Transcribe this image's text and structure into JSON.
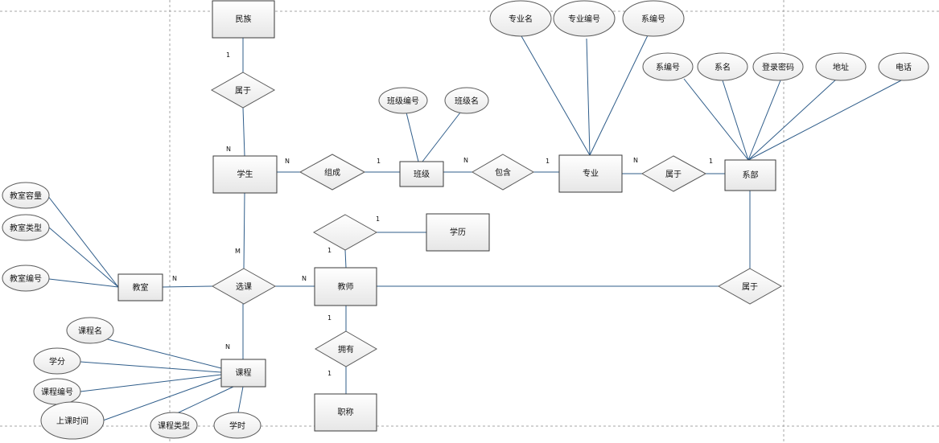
{
  "colors": {
    "line": "#2f5d8a",
    "shape_fill_top": "#ffffff",
    "shape_fill_bottom": "#e8e8e8",
    "guide": "#a6a6a6"
  },
  "entities": {
    "ethnicity": "民族",
    "student": "学生",
    "class": "班级",
    "major": "专业",
    "department": "系部",
    "classroom": "教室",
    "teacher": "教师",
    "education": "学历",
    "course": "课程",
    "title": "职称"
  },
  "relationships": {
    "student_ethnicity": "属于",
    "student_class": "组成",
    "class_major": "包含",
    "major_department": "属于",
    "course_selection": "选课",
    "teacher_education": "",
    "teacher_department": "属于",
    "teacher_title": "拥有"
  },
  "attributes": {
    "class_id": "班级编号",
    "class_name": "班级名",
    "major_name": "专业名",
    "major_id": "专业编号",
    "major_dept_id": "系编号",
    "dept_id": "系编号",
    "dept_name": "系名",
    "dept_password": "登录密码",
    "dept_address": "地址",
    "dept_phone": "电话",
    "room_capacity": "教室容量",
    "room_type": "教室类型",
    "room_id": "教室编号",
    "course_name": "课程名",
    "course_credit": "学分",
    "course_id": "课程编号",
    "course_time": "上课时间",
    "course_type": "课程类型",
    "course_hours": "学时"
  },
  "cardinalities": {
    "ethnicity_one": "1",
    "student_n_ethnicity": "N",
    "student_n_class": "N",
    "class_one": "1",
    "class_n_major": "N",
    "major_one_class": "1",
    "major_n_dept": "N",
    "dept_one": "1",
    "student_m": "M",
    "classroom_n": "N",
    "teacher_n_select": "N",
    "teacher_one_edu": "1",
    "education_one": "1",
    "course_n": "N",
    "teacher_one_title": "1",
    "title_one": "1"
  }
}
